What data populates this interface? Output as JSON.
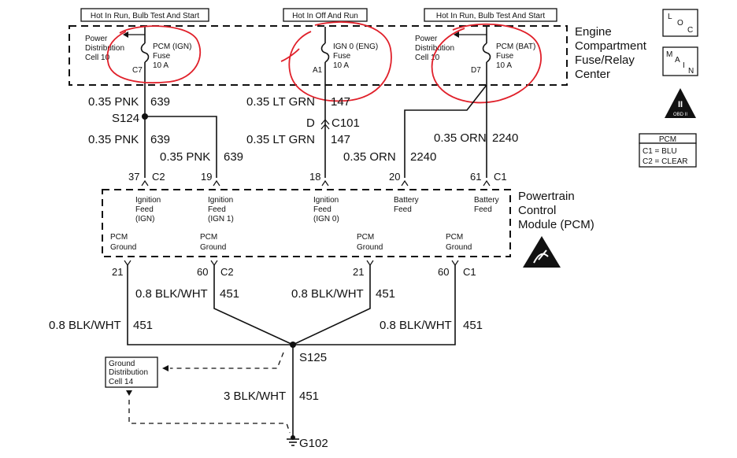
{
  "headers": {
    "left": "Hot In Run, Bulb Test And Start",
    "center": "Hot In Off And Run",
    "right": "Hot In Run, Bulb Test And Start"
  },
  "fuse_center": {
    "label_line1": "Engine",
    "label_line2": "Compartment",
    "label_line3": "Fuse/Relay",
    "label_line4": "Center"
  },
  "fuses": {
    "left": {
      "cell1": "Power",
      "cell2": "Distribution",
      "cell3": "Cell 10",
      "name": "PCM (IGN)",
      "type": "Fuse",
      "rating": "10 A",
      "pin": "C7"
    },
    "center": {
      "name": "IGN 0 (ENG)",
      "type": "Fuse",
      "rating": "10 A",
      "pin": "A1"
    },
    "right": {
      "cell1": "Power",
      "cell2": "Distribution",
      "cell3": "Cell 10",
      "name": "PCM (BAT)",
      "type": "Fuse",
      "rating": "10 A",
      "pin": "D7"
    }
  },
  "icons": {
    "loc": {
      "l": "L",
      "o": "O",
      "c": "C"
    },
    "main": {
      "m": "M",
      "a": "A",
      "i": "I",
      "n": "N"
    },
    "obd": {
      "num": "II",
      "label": "OBD II"
    },
    "pcm_legend": {
      "title": "PCM",
      "c1": "C1 = BLU",
      "c2": "C2 = CLEAR"
    }
  },
  "wires": {
    "w1": {
      "size": "0.35 PNK",
      "circuit": "639"
    },
    "splice_s124": "S124",
    "w2": {
      "size": "0.35 PNK",
      "circuit": "639"
    },
    "w3": {
      "size": "0.35 PNK",
      "circuit": "639"
    },
    "w4": {
      "size": "0.35 LT GRN",
      "circuit": "147"
    },
    "conn_c101": {
      "pin": "D",
      "name": "C101"
    },
    "w5": {
      "size": "0.35 LT GRN",
      "circuit": "147"
    },
    "w6": {
      "size": "0.35 ORN",
      "circuit": "2240"
    },
    "w7": {
      "size": "0.35 ORN",
      "circuit": "2240"
    },
    "g1": {
      "size": "0.8 BLK/WHT",
      "circuit": "451"
    },
    "g2": {
      "size": "0.8 BLK/WHT",
      "circuit": "451"
    },
    "g3": {
      "size": "0.8 BLK/WHT",
      "circuit": "451"
    },
    "g4": {
      "size": "0.8 BLK/WHT",
      "circuit": "451"
    },
    "splice_s125": "S125",
    "g5": {
      "size": "3 BLK/WHT",
      "circuit": "451"
    },
    "ground": "G102"
  },
  "pins_top": {
    "p37": "37",
    "c2": "C2",
    "p19": "19",
    "p18": "18",
    "p20": "20",
    "p61": "61",
    "c1": "C1"
  },
  "pins_bottom": {
    "p21a": "21",
    "p60a": "60",
    "c2": "C2",
    "p21b": "21",
    "p60b": "60",
    "c1": "C1"
  },
  "pcm": {
    "label_line1": "Powertrain",
    "label_line2": "Control",
    "label_line3": "Module (PCM)",
    "feeds": [
      {
        "l1": "Ignition",
        "l2": "Feed",
        "l3": "(IGN)"
      },
      {
        "l1": "Ignition",
        "l2": "Feed",
        "l3": "(IGN 1)"
      },
      {
        "l1": "Ignition",
        "l2": "Feed",
        "l3": "(IGN 0)"
      },
      {
        "l1": "Battery",
        "l2": "Feed",
        "l3": ""
      },
      {
        "l1": "Battery",
        "l2": "Feed",
        "l3": ""
      }
    ],
    "grounds": [
      {
        "l1": "PCM",
        "l2": "Ground"
      },
      {
        "l1": "PCM",
        "l2": "Ground"
      },
      {
        "l1": "PCM",
        "l2": "Ground"
      },
      {
        "l1": "PCM",
        "l2": "Ground"
      }
    ]
  },
  "ground_dist": {
    "l1": "Ground",
    "l2": "Distribution",
    "l3": "Cell 14"
  }
}
